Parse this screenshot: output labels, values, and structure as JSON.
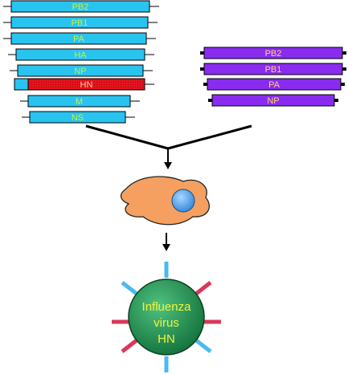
{
  "colors": {
    "cyan_segment": "#29c3f0",
    "cyan_label": "#c9f23a",
    "red_segment": "#e3141c",
    "red_label": "#ffd0a0",
    "purple_segment": "#8a2cf0",
    "purple_label": "#ffd37a",
    "cell_body": "#f5a061",
    "cell_nucleus": "#4ea6ee",
    "virion": "#1f8f4e",
    "virion_label": "#f4f23a",
    "spike_blue": "#4ab9ee",
    "spike_red": "#d9385a"
  },
  "left_plasmids": [
    {
      "label": "PB2",
      "color": "cyan"
    },
    {
      "label": "PB1",
      "color": "cyan"
    },
    {
      "label": "PA",
      "color": "cyan"
    },
    {
      "label": "HA",
      "color": "cyan"
    },
    {
      "label": "NP",
      "color": "cyan"
    },
    {
      "label": "HN",
      "color": "red"
    },
    {
      "label": "M",
      "color": "cyan"
    },
    {
      "label": "NS",
      "color": "cyan"
    }
  ],
  "right_plasmids": [
    {
      "label": "PB2"
    },
    {
      "label": "PB1"
    },
    {
      "label": "PA"
    },
    {
      "label": "NP"
    }
  ],
  "virus_label": {
    "line1": "Influenza",
    "line2": "virus",
    "line3": "HN"
  }
}
